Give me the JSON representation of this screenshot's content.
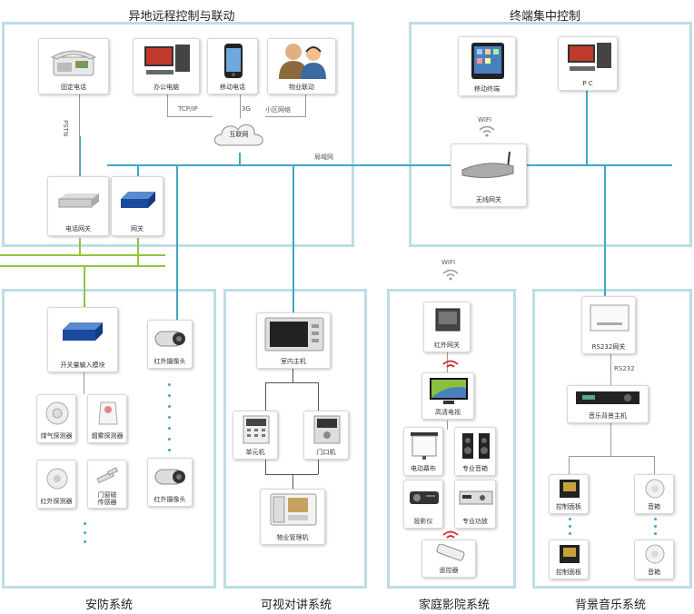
{
  "sections": {
    "remote": "异地远程控制与联动",
    "terminal": "终端集中控制",
    "security": "安防系统",
    "intercom": "可视对讲系统",
    "cinema": "家庭影院系统",
    "music": "背景音乐系统"
  },
  "devices": {
    "fixed_phone": "固定电话",
    "office_pc": "办公电脑",
    "mobile_phone": "移动电话",
    "property_link": "物业联动",
    "mobile_terminal": "移动终端",
    "pc": "P C",
    "phone_gateway": "电话网关",
    "gateway": "网关",
    "wireless_gateway": "无线网关",
    "switch_input_module": "开关量输入模块",
    "ir_camera_1": "红外摄像头",
    "gas_detector": "煤气探测器",
    "smoke_detector": "烟雾探测器",
    "ir_detector": "红外探测器",
    "door_sensor": "门窗磁\n传感器",
    "ir_camera_2": "红外摄像头",
    "indoor_unit": "室内主机",
    "unit_unit": "单元机",
    "door_unit": "门口机",
    "property_mgmt": "物业管理机",
    "ir_gateway": "红外网关",
    "hd_tv": "高清电视",
    "electric_screen": "电动幕布",
    "pro_speaker": "专业音箱",
    "projector": "投影仪",
    "pro_amp": "专业功放",
    "remote_ctrl": "遥控器",
    "rs232_gateway": "RS232网关",
    "music_host": "音乐背景主机",
    "control_panel_1": "控制面板",
    "speaker_1": "音箱",
    "control_panel_2": "控制面板",
    "speaker_2": "音箱"
  },
  "network_labels": {
    "internet": "互联网",
    "tcp_ip": "TCP/IP",
    "gsm": "3G",
    "community_net": "小区网络",
    "pstn": "PSTN",
    "lan": "局域网",
    "wifi_top": "WIFI",
    "wifi_mid": "WIFI",
    "rs232": "RS232"
  },
  "colors": {
    "panel_border": "#bcdde6",
    "bus_line": "#3fa8c6",
    "green_line": "#8cc63f"
  }
}
